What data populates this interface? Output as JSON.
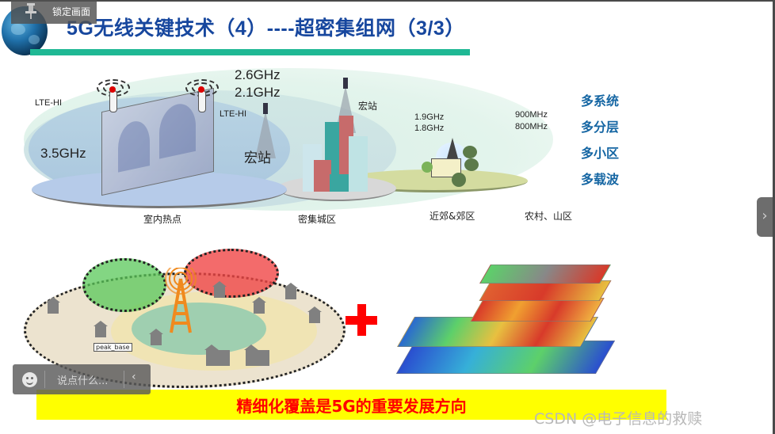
{
  "overlay": {
    "lock_tooltip": "锁定画面",
    "comment_placeholder": "说点什么...",
    "collapse_glyph": "‹",
    "next_glyph": "›",
    "watermark": "CSDN @电子信息的救赎"
  },
  "slide": {
    "title": "5G无线关键技术（4）----超密集组网（3/3）",
    "accent_color": "#1fb894",
    "title_color": "#17479e",
    "diagram": {
      "freq_labels": {
        "lte_hi_left": "LTE-HI",
        "lte_hi_right": "LTE-HI",
        "indoor_freq": "3.5GHz",
        "macro_freq_1": "2.6GHz",
        "macro_freq_2": "2.1GHz",
        "macro_label_1": "宏站",
        "macro_label_2": "宏站",
        "suburb_freq_1": "1.9GHz",
        "suburb_freq_2": "1.8GHz",
        "rural_freq_1": "900MHz",
        "rural_freq_2": "800MHz"
      },
      "zones": {
        "indoor": "室内热点",
        "dense_urban": "密集城区",
        "suburb": "近郊&郊区",
        "rural": "农村、山区"
      }
    },
    "features": [
      "多系统",
      "多分层",
      "多小区",
      "多载波"
    ],
    "map": {
      "peak_tag": "peak_base"
    },
    "banner": "精细化覆盖是5G的重要发展方向",
    "banner_bg": "#ffff00",
    "banner_color": "#ff0000"
  }
}
